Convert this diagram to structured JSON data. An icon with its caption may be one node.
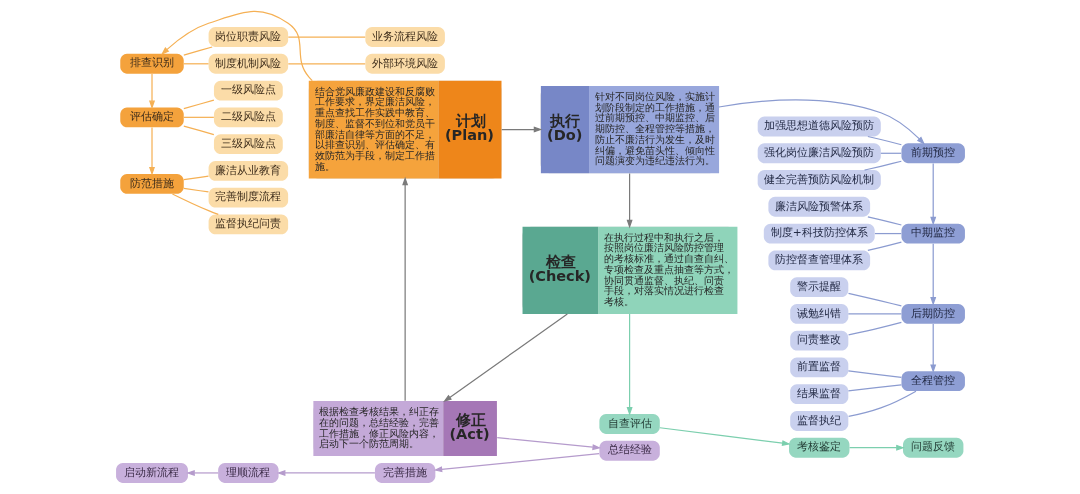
{
  "diagram": {
    "nodes": [
      {
        "text": [
          "排查识别"
        ]
      },
      {
        "text": [
          "岗位职责风险"
        ]
      },
      {
        "text": [
          "业务流程风险"
        ]
      },
      {
        "text": [
          "制度机制风险"
        ]
      },
      {
        "text": [
          "外部环境风险"
        ]
      },
      {
        "text": [
          "评估确定"
        ]
      },
      {
        "text": [
          "一级风险点"
        ]
      },
      {
        "text": [
          "二级风险点"
        ]
      },
      {
        "text": [
          "三级风险点"
        ]
      },
      {
        "text": [
          "防范措施"
        ]
      },
      {
        "text": [
          "廉洁从业教育"
        ]
      },
      {
        "text": [
          "完善制度流程"
        ]
      },
      {
        "text": [
          "监督执纪问责"
        ]
      },
      {
        "text": [
          "加强思想道德风险预防"
        ]
      },
      {
        "text": [
          "强化岗位廉洁风险预防"
        ]
      },
      {
        "text": [
          "健全完善预防风险机制"
        ]
      },
      {
        "text": [
          "前期预控"
        ]
      },
      {
        "text": [
          "廉洁风险预警体系"
        ]
      },
      {
        "text": [
          "制度+科技防控体系"
        ]
      },
      {
        "text": [
          "防控督查管理体系"
        ]
      },
      {
        "text": [
          "中期监控"
        ]
      },
      {
        "text": [
          "警示提醒"
        ]
      },
      {
        "text": [
          "诫勉纠错"
        ]
      },
      {
        "text": [
          "问责整改"
        ]
      },
      {
        "text": [
          "后期防控"
        ]
      },
      {
        "text": [
          "前置监督"
        ]
      },
      {
        "text": [
          "结果监督"
        ]
      },
      {
        "text": [
          "监督执纪"
        ]
      },
      {
        "text": [
          "全程管控"
        ]
      },
      {
        "text": [
          "结合党风廉政建设和反腐败工作要求，界定廉洁风险，重点查找工作实践中教育、制度、监督不到位和党员干部廉洁自律等方面的不足，以排查识别、评估确定、有效防范为手段，制定工作措施。",
          "计划 (Plan)"
        ]
      },
      {
        "text": [
          "执行 (Do)",
          "针对不同岗位风险，实施计划阶段制定的工作措施，通过前期预控、中期监控、后期防控、全程管控等措施，防止不廉洁行为发生，及时纠偏，避免苗头性、倾向性问题演变为违纪违法行为。"
        ]
      },
      {
        "text": [
          "根据检查考核结果，纠正存在的问题，总结经验，完善工作措施，修正风险内容，启动下一个防范周期。",
          "修正 (Act)"
        ]
      },
      {
        "text": [
          "检查 (Check)",
          "在执行过程中和执行之后，按照岗位廉洁风险防控管理的考核标准，通过自查自纠、专项检查及重点抽查等方式，协同贯通监督、执纪、问责手段，对落实情况进行检查考核。"
        ]
      },
      {
        "text": [
          "启动新流程"
        ]
      },
      {
        "text": [
          "理顺流程"
        ]
      },
      {
        "text": [
          "完善措施"
        ]
      },
      {
        "text": [
          "总结经验"
        ]
      },
      {
        "text": [
          "自查评估"
        ]
      },
      {
        "text": [
          "考核鉴定"
        ]
      },
      {
        "text": [
          "问题反馈"
        ]
      }
    ],
    "edges": [
      {
        "from": 29,
        "to": 0,
        "arrow": "to",
        "color": "#f5b054"
      },
      {
        "from": 0,
        "to": 1,
        "arrow": "none",
        "color": "#f5b054"
      },
      {
        "from": 0,
        "to": 3,
        "arrow": "none",
        "color": "#f5b054"
      },
      {
        "from": 1,
        "to": 2,
        "arrow": "none",
        "color": "#f5b054"
      },
      {
        "from": 3,
        "to": 4,
        "arrow": "none",
        "color": "#f5b054"
      },
      {
        "from": 0,
        "to": 5,
        "arrow": "to",
        "color": "#f5b054"
      },
      {
        "from": 5,
        "to": 6,
        "arrow": "none",
        "color": "#f5b054"
      },
      {
        "from": 5,
        "to": 7,
        "arrow": "none",
        "color": "#f5b054"
      },
      {
        "from": 5,
        "to": 8,
        "arrow": "none",
        "color": "#f5b054"
      },
      {
        "from": 5,
        "to": 9,
        "arrow": "to",
        "color": "#f5b054"
      },
      {
        "from": 9,
        "to": 10,
        "arrow": "none",
        "color": "#f5b054"
      },
      {
        "from": 9,
        "to": 11,
        "arrow": "none",
        "color": "#f5b054"
      },
      {
        "from": 9,
        "to": 12,
        "arrow": "none",
        "color": "#f5b054"
      },
      {
        "from": 30,
        "to": 16,
        "arrow": "to",
        "color": "#8b9bd0"
      },
      {
        "from": 13,
        "to": 16,
        "arrow": "none",
        "color": "#8b9bd0"
      },
      {
        "from": 14,
        "to": 16,
        "arrow": "none",
        "color": "#8b9bd0"
      },
      {
        "from": 15,
        "to": 16,
        "arrow": "none",
        "color": "#8b9bd0"
      },
      {
        "from": 16,
        "to": 20,
        "arrow": "to",
        "color": "#8b9bd0"
      },
      {
        "from": 17,
        "to": 20,
        "arrow": "none",
        "color": "#8b9bd0"
      },
      {
        "from": 18,
        "to": 20,
        "arrow": "none",
        "color": "#8b9bd0"
      },
      {
        "from": 19,
        "to": 20,
        "arrow": "none",
        "color": "#8b9bd0"
      },
      {
        "from": 20,
        "to": 24,
        "arrow": "to",
        "color": "#8b9bd0"
      },
      {
        "from": 21,
        "to": 24,
        "arrow": "none",
        "color": "#8b9bd0"
      },
      {
        "from": 22,
        "to": 24,
        "arrow": "none",
        "color": "#8b9bd0"
      },
      {
        "from": 23,
        "to": 24,
        "arrow": "none",
        "color": "#8b9bd0"
      },
      {
        "from": 24,
        "to": 28,
        "arrow": "to",
        "color": "#8b9bd0"
      },
      {
        "from": 25,
        "to": 28,
        "arrow": "none",
        "color": "#8b9bd0"
      },
      {
        "from": 26,
        "to": 28,
        "arrow": "none",
        "color": "#8b9bd0"
      },
      {
        "from": 27,
        "to": 28,
        "arrow": "none",
        "color": "#8b9bd0"
      },
      {
        "from": 29,
        "to": 30,
        "arrow": "to",
        "color": "#7a7a7a"
      },
      {
        "from": 30,
        "to": 32,
        "arrow": "to",
        "color": "#7a7a7a"
      },
      {
        "from": 32,
        "to": 31,
        "arrow": "to",
        "color": "#7a7a7a"
      },
      {
        "from": 31,
        "to": 29,
        "arrow": "to",
        "color": "#7a7a7a"
      },
      {
        "from": 32,
        "to": 37,
        "arrow": "to",
        "color": "#7ccfae"
      },
      {
        "from": 37,
        "to": 38,
        "arrow": "to",
        "color": "#7ccfae"
      },
      {
        "from": 38,
        "to": 39,
        "arrow": "to",
        "color": "#7ccfae"
      },
      {
        "from": 31,
        "to": 36,
        "arrow": "to",
        "color": "#b59bcc"
      },
      {
        "from": 36,
        "to": 35,
        "arrow": "to",
        "color": "#b59bcc"
      },
      {
        "from": 35,
        "to": 34,
        "arrow": "to",
        "color": "#b59bcc"
      },
      {
        "from": 34,
        "to": 33,
        "arrow": "to",
        "color": "#b59bcc"
      }
    ]
  }
}
